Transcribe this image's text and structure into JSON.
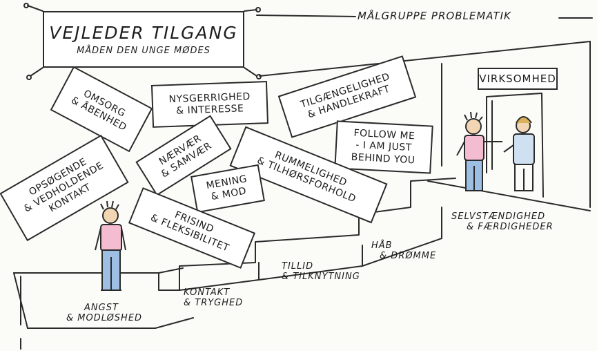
{
  "title": {
    "main": "VEJLEDER TILGANG",
    "sub": "MÅDEN DEN UNGE MØDES"
  },
  "header_label": "MÅLGRUPPE PROBLEMATIK",
  "workplace_label": "VIRKSOMHED",
  "cards": {
    "omsorg": [
      "OMSORG",
      "& ÅBENHED"
    ],
    "nysgerrighed": [
      "NYSGERRIGHED",
      "& INTERESSE"
    ],
    "tilgaengelighed": [
      "TILGÆNGELIGHED",
      "& HANDLEKRAFT"
    ],
    "follow": [
      "FOLLOW ME",
      "- I AM JUST",
      "BEHIND YOU"
    ],
    "opsogende": [
      "OPSØGENDE",
      "& VEDHOLDENDE",
      "KONTAKT"
    ],
    "naervaer": [
      "NÆRVÆR",
      "& SAMVÆR"
    ],
    "rummelighed": [
      "RUMMELIGHED",
      "& TILHØRSFORHOLD"
    ],
    "mening": [
      "MENING",
      "& MOD"
    ],
    "frisind": [
      "FRISIND",
      "& FLEKSIBILITET"
    ]
  },
  "steps": {
    "angst": [
      "ANGST",
      "& MODLØSHED"
    ],
    "kontakt": [
      "KONTAKT",
      "& TRYGHED"
    ],
    "tillid": [
      "TILLID",
      "& TILKNYTNING"
    ],
    "hab": [
      "HÅB",
      "& DRØMME"
    ],
    "selvst": [
      "SELVSTÆNDIGHED",
      "& FÆRDIGHEDER"
    ]
  }
}
